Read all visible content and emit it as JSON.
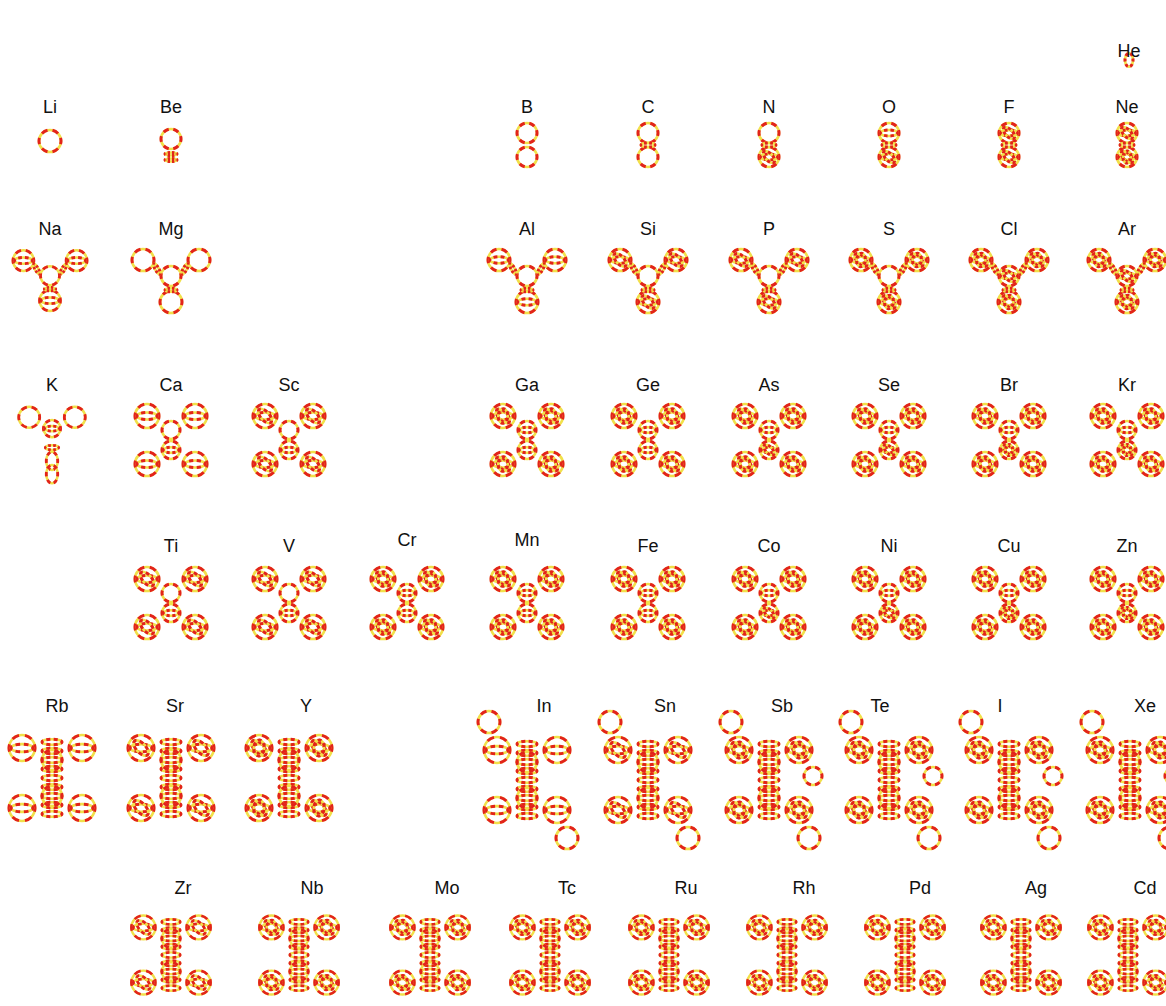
{
  "diagram": {
    "labels": [
      "He",
      "Li",
      "Be",
      "B",
      "C",
      "N",
      "O",
      "F",
      "Ne",
      "Na",
      "Mg",
      "Al",
      "Si",
      "P",
      "S",
      "Cl",
      "Ar",
      "K",
      "Ca",
      "Sc",
      "Ga",
      "Ge",
      "As",
      "Se",
      "Br",
      "Kr",
      "Ti",
      "V",
      "Cr",
      "Mn",
      "Fe",
      "Co",
      "Ni",
      "Cu",
      "Zn",
      "Rb",
      "Sr",
      "Y",
      "In",
      "Sn",
      "Sb",
      "Te",
      "I",
      "Xe",
      "Zr",
      "Nb",
      "Mo",
      "Tc",
      "Ru",
      "Rh",
      "Pd",
      "Ag",
      "Cd"
    ]
  }
}
